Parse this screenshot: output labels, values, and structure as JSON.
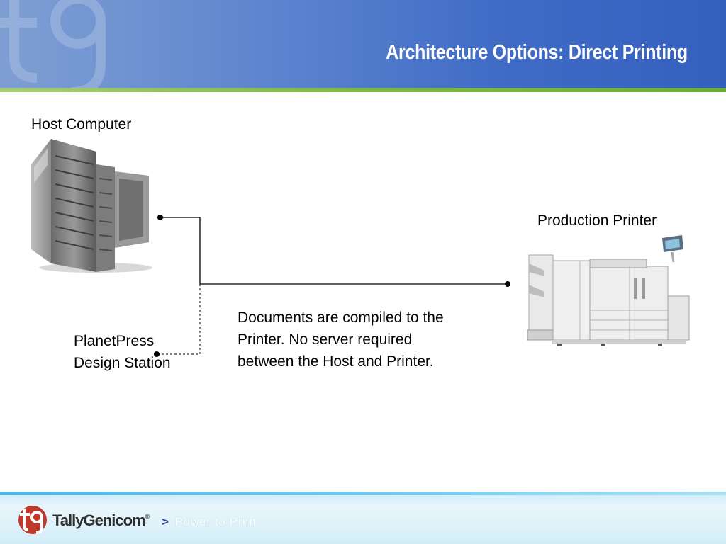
{
  "slide": {
    "title": "Architecture Options: Direct Printing"
  },
  "diagram": {
    "host_label": "Host Computer",
    "printer_label": "Production Printer",
    "design_station_label_line1": "PlanetPress",
    "design_station_label_line2": "Design Station",
    "description_line1": "Documents are compiled to the",
    "description_line2": "Printer. No server required",
    "description_line3": "between the Host and Printer."
  },
  "footer": {
    "brand": "TallyGenicom",
    "brand_mark": "®",
    "tagline_arrow": ">",
    "tagline": "Power to Print"
  },
  "icons": {
    "logo": "tg-logo-icon",
    "server": "server-rack-icon",
    "printer": "production-printer-icon"
  },
  "colors": {
    "header": "#4a74c9",
    "header_accent": "#7fbb3f",
    "footer": "#d2edf8",
    "footer_accent": "#4fb6e5"
  }
}
